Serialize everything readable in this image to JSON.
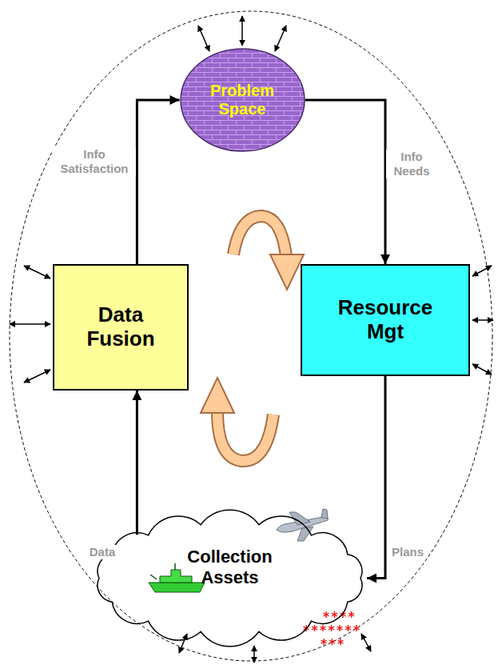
{
  "diagram": {
    "nodes": [
      {
        "text": [
          "Problem Space"
        ]
      },
      {
        "text": [
          "Data Fusion"
        ]
      },
      {
        "text": [
          "Resource Mgt"
        ]
      },
      {
        "text": [
          "Collection Assets"
        ]
      }
    ],
    "edges": [
      {
        "from": 1,
        "to": 0,
        "arrow": "to",
        "label": "Info Satisfaction"
      },
      {
        "from": 0,
        "to": 2,
        "arrow": "to",
        "label": "Info Needs"
      },
      {
        "from": 2,
        "to": 3,
        "arrow": "to",
        "label": "Plans"
      },
      {
        "from": 3,
        "to": 1,
        "arrow": "to",
        "label": "Data"
      }
    ]
  }
}
